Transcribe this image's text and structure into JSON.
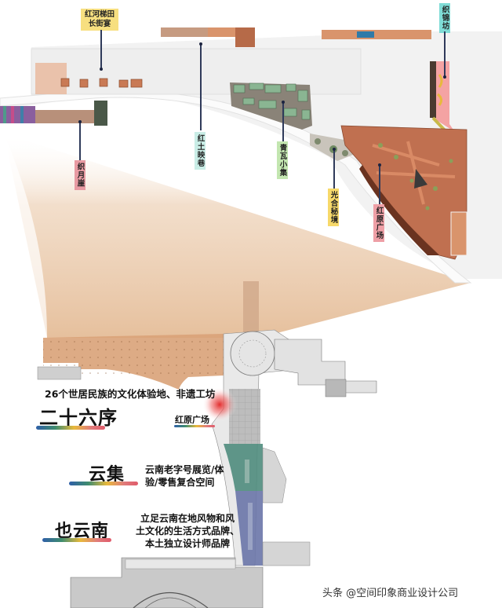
{
  "top_plan": {
    "labels": [
      {
        "id": "honghe-titian",
        "text": "红河梯田\n长街宴",
        "line1": "红河梯田",
        "line2": "长街宴",
        "color": "#f7df80"
      },
      {
        "id": "zhiyueya",
        "text": "织月崖",
        "color": "#e89aa2"
      },
      {
        "id": "hongtu-yingxiang",
        "text": "红土映巷",
        "color": "#c9ede6"
      },
      {
        "id": "qingwa-xiaoji",
        "text": "青瓦小集",
        "color": "#c3e6b0"
      },
      {
        "id": "guanghe-mijing",
        "text": "光合秘境",
        "color": "#f7d96a"
      },
      {
        "id": "hongyuan-guangchang-top",
        "text": "红原广场",
        "color": "#ee9fa6"
      },
      {
        "id": "zhijinfang",
        "text": "织锦坊",
        "color": "#7fdcd6"
      }
    ]
  },
  "bottom_plan": {
    "hotspot_label": "红原广场",
    "zones": [
      {
        "id": "ershiliuxu",
        "title": "二十六序",
        "description": "26个世居民族的文化体验地、非遗工坊",
        "color": "#d89a63"
      },
      {
        "id": "yunji",
        "title": "云集",
        "description_line1": "云南老字号展览/体",
        "description_line2": "验/零售复合空间",
        "color": "#4f8c7d"
      },
      {
        "id": "yeyunnan",
        "title": "也云南",
        "description_line1": "立足云南在地风物和风",
        "description_line2": "土文化的生活方式品牌、",
        "description_line3": "本土独立设计师品牌",
        "color": "#6a76a8"
      }
    ]
  },
  "watermark": "头条 @空间印象商业设计公司",
  "colors": {
    "projection_fill": "#e8c4a2",
    "terracotta": "#b8684a",
    "gray_plan": "#bdbdbd",
    "hotspot": "#e23b3b"
  }
}
